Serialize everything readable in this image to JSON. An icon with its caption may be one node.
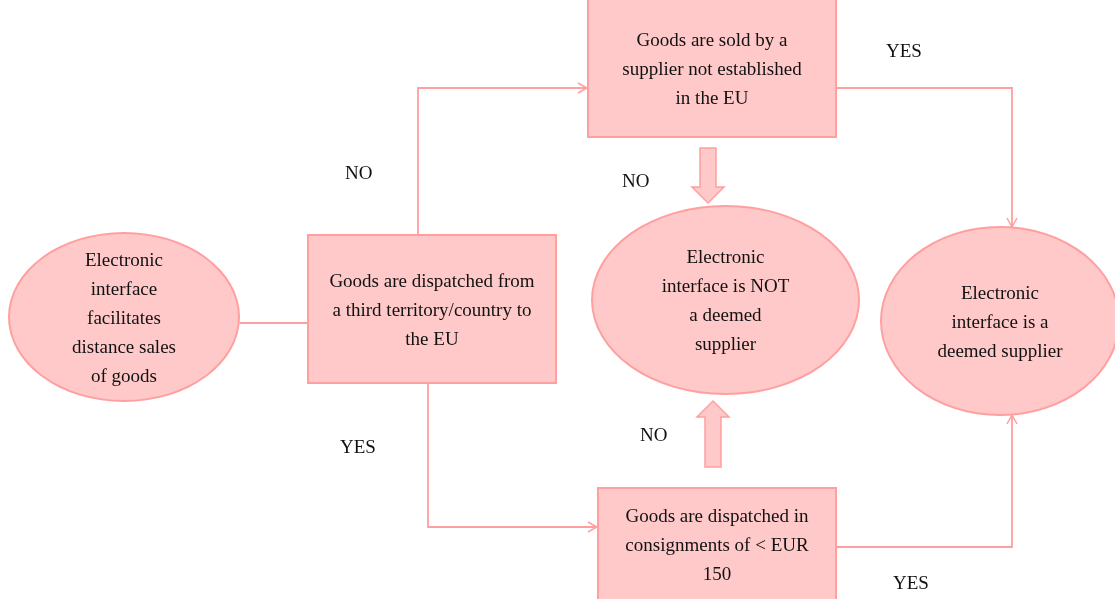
{
  "diagram": {
    "nodes": [
      {
        "text": [
          "Electronic interface facilitates distance sales of goods"
        ]
      },
      {
        "text": [
          "Goods are dispatched from a third territory/country to the EU"
        ]
      },
      {
        "text": [
          "Goods are sold by a supplier not established in the EU"
        ]
      },
      {
        "text": [
          "Electronic interface is NOT a deemed supplier"
        ]
      },
      {
        "text": [
          "Electronic interface is a deemed supplier"
        ]
      },
      {
        "text": [
          "Goods are dispatched in consignments of < EUR 150"
        ]
      }
    ],
    "edges": [
      {
        "from": 0,
        "to": 1,
        "arrow": "none"
      },
      {
        "from": 1,
        "to": 2,
        "arrow": "to",
        "label": "NO"
      },
      {
        "from": 2,
        "to": 4,
        "arrow": "to",
        "label": "YES"
      },
      {
        "from": 2,
        "to": 3,
        "arrow": "to",
        "label": "NO",
        "style": "thick"
      },
      {
        "from": 1,
        "to": 5,
        "arrow": "to",
        "label": "YES"
      },
      {
        "from": 5,
        "to": 3,
        "arrow": "to",
        "label": "NO",
        "style": "thick"
      },
      {
        "from": 5,
        "to": 4,
        "arrow": "to",
        "label": "YES"
      }
    ]
  }
}
